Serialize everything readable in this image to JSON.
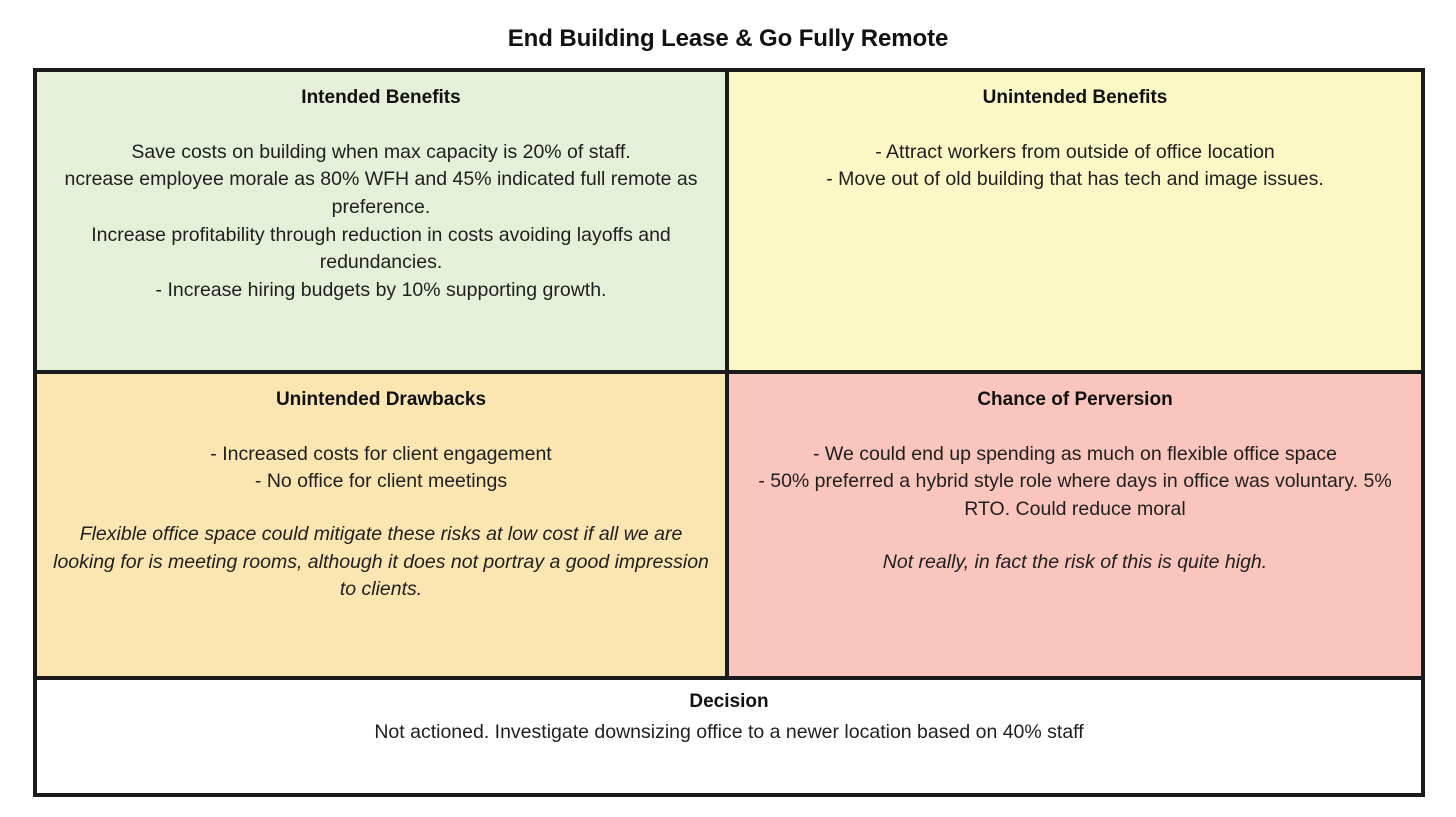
{
  "title": "End Building Lease & Go Fully Remote",
  "quadrants": {
    "intended_benefits": {
      "title": "Intended Benefits",
      "color": "#e4f0d8",
      "body": "Save costs on building when max capacity is 20% of staff.\nncrease employee morale as 80% WFH and 45% indicated full remote as preference.\nIncrease profitability through reduction in costs avoiding layoffs and redundancies.\n- Increase hiring budgets by 10% supporting growth."
    },
    "unintended_benefits": {
      "title": "Unintended Benefits",
      "color": "#fcf8c5",
      "body": "- Attract workers from outside of office location\n- Move out of old building that has tech and image issues."
    },
    "unintended_drawbacks": {
      "title": "Unintended Drawbacks",
      "color": "#fbe5b0",
      "body": "- Increased costs for client engagement\n- No office for client meetings",
      "note": "Flexible office space could mitigate these risks at low cost if all we are looking for is meeting rooms, although it does not portray a good impression to clients."
    },
    "chance_of_perversion": {
      "title": "Chance of Perversion",
      "color": "#f9c5bc",
      "body": "- We could end up spending as much on flexible office space\n- 50% preferred a hybrid style role where days in office was voluntary. 5% RTO. Could reduce moral",
      "note": "Not really, in fact the risk of this is quite high."
    }
  },
  "decision": {
    "title": "Decision",
    "body": "Not actioned. Investigate downsizing office to a newer location based on 40% staff"
  },
  "colors": {
    "border": "#1b1b1b",
    "text": "#1f1f1f",
    "background": "#ffffff"
  }
}
